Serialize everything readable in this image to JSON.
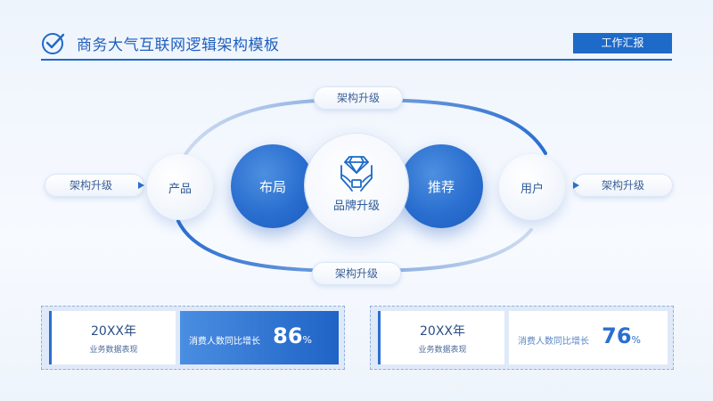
{
  "header": {
    "title": "商务大气互联网逻辑架构模板",
    "badge": "工作汇报"
  },
  "diagram": {
    "top_pill": "架构升级",
    "bottom_pill": "架构升级",
    "left_pill": "架构升级",
    "right_pill": "架构升级",
    "node_left": "产品",
    "node_blue_left": "布局",
    "node_center": "品牌升级",
    "node_blue_right": "推荐",
    "node_right": "用户",
    "center_icon": "hands-diamond-icon"
  },
  "cards": [
    {
      "year": "20XX年",
      "sub": "业务数据表现",
      "stat_label": "消费人数同比增长",
      "value": "86",
      "unit": "%"
    },
    {
      "year": "20XX年",
      "sub": "业务数据表现",
      "stat_label": "消费人数同比增长",
      "value": "76",
      "unit": "%"
    }
  ],
  "colors": {
    "accent": "#1e6ac8",
    "blue_node": "#2a6fd0"
  }
}
